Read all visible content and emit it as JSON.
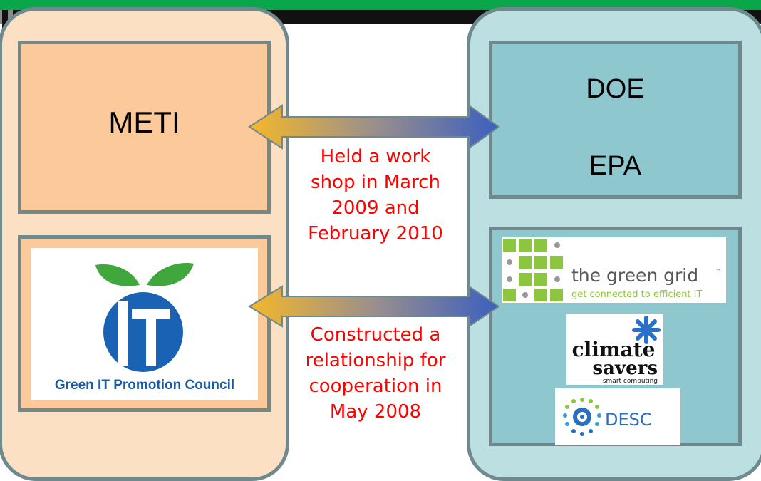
{
  "left": {
    "org_label": "METI",
    "logo_caption": "Green IT Promotion Council"
  },
  "right": {
    "org_label_1": "DOE",
    "org_label_2": "EPA",
    "green_grid": {
      "name": "the green grid",
      "tagline": "get connected to efficient IT"
    },
    "climate_savers": {
      "line1": "climate",
      "line2": "savers",
      "line3": "smart computing"
    },
    "desc": {
      "name": "DESC"
    }
  },
  "arrows": {
    "top_note": "Held a work shop in March 2009 and February 2010",
    "top_note_lines": [
      "Held a work",
      "shop in March",
      "2009 and",
      "February 2010"
    ],
    "bottom_note_lines": [
      "Constructed a",
      "relationship for",
      "cooperation in",
      "May 2008"
    ]
  },
  "colors": {
    "top_bar": "#0aa64a",
    "left_panel": "#fbe0c3",
    "right_panel": "#bcdfe1",
    "note_text": "#ff0000",
    "arrow_start": "#f5b82a",
    "arrow_end": "#3b5fc0"
  }
}
